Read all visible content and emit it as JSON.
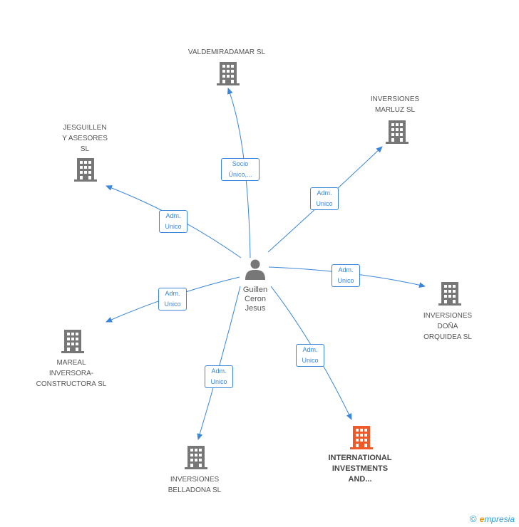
{
  "person": {
    "name": "Guillen\nCeron\nJesus"
  },
  "companies": [
    {
      "id": "valdemiradamar",
      "name": "VALDEMIRADAMAR SL",
      "highlight": false
    },
    {
      "id": "marluz",
      "name": "INVERSIONES\nMARLUZ SL",
      "highlight": false
    },
    {
      "id": "jesguillen",
      "name": "JESGUILLEN\nY ASESORES\nSL",
      "highlight": false
    },
    {
      "id": "dona-orquidea",
      "name": "INVERSIONES\nDOÑA\nORQUIDEA SL",
      "highlight": false
    },
    {
      "id": "mareal",
      "name": "MAREAL\nINVERSORA-\nCONSTRUCTORA SL",
      "highlight": false
    },
    {
      "id": "belladona",
      "name": "INVERSIONES\nBELLADONA SL",
      "highlight": false
    },
    {
      "id": "international",
      "name": "INTERNATIONAL\nINVESTMENTS\nAND...",
      "highlight": true
    }
  ],
  "relations": [
    {
      "target": "valdemiradamar",
      "label": "Socio\nÚnico,..."
    },
    {
      "target": "marluz",
      "label": "Adm.\nUnico"
    },
    {
      "target": "jesguillen",
      "label": "Adm.\nUnico"
    },
    {
      "target": "dona-orquidea",
      "label": "Adm.\nUnico"
    },
    {
      "target": "mareal",
      "label": "Adm.\nUnico"
    },
    {
      "target": "belladona",
      "label": "Adm.\nUnico"
    },
    {
      "target": "international",
      "label": "Adm.\nUnico"
    }
  ],
  "colors": {
    "edge": "#3a86d8",
    "building": "#777777",
    "highlight": "#f05a28",
    "person": "#777777"
  },
  "footer": {
    "copyright": "©",
    "brand_initial": "e",
    "brand_rest": "mpresia"
  }
}
